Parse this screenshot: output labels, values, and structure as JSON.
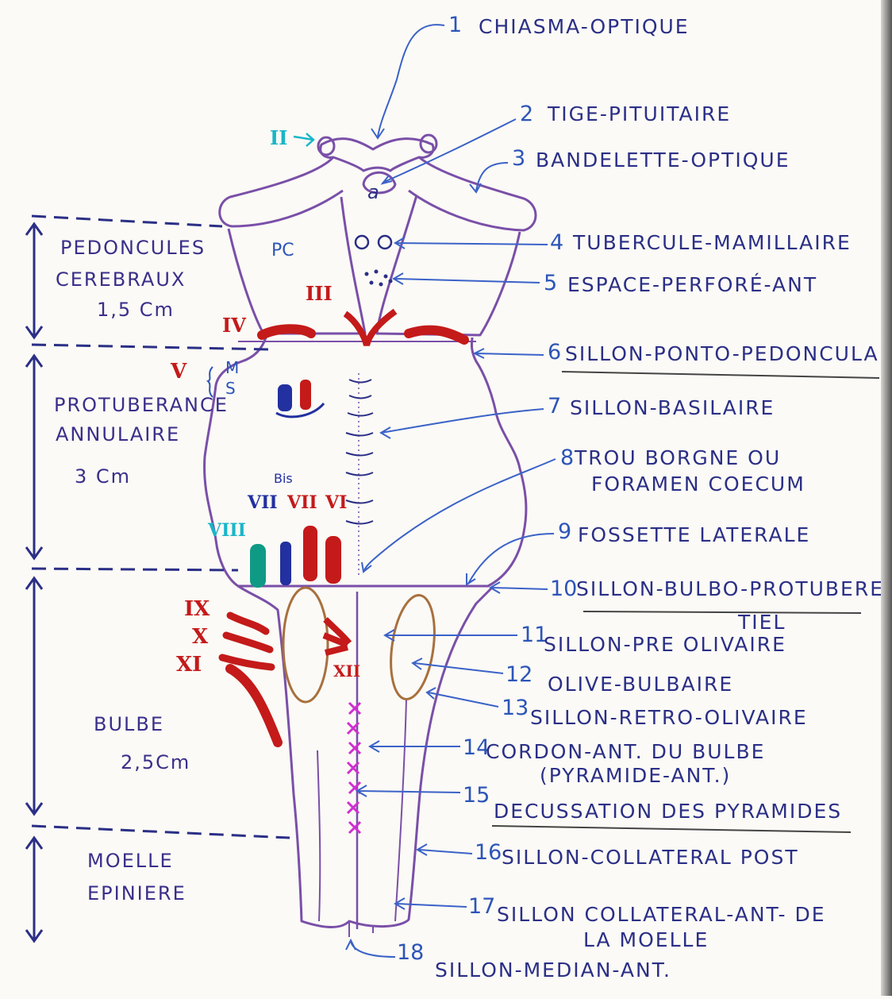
{
  "labels": [
    {
      "num": "1",
      "text": "CHIASMA-OPTIQUE"
    },
    {
      "num": "2",
      "text": "TIGE-PITUITAIRE"
    },
    {
      "num": "3",
      "text": "BANDELETTE-OPTIQUE"
    },
    {
      "num": "4",
      "text": "TUBERCULE-MAMILLAIRE"
    },
    {
      "num": "5",
      "text": "ESPACE-PERFORÉ-ANT"
    },
    {
      "num": "6",
      "text": "SILLON-PONTO-PEDONCULAIRE"
    },
    {
      "num": "7",
      "text": "SILLON-BASILAIRE"
    },
    {
      "num": "8",
      "text": "TROU BORGNE OU",
      "text2": "FORAMEN COECUM"
    },
    {
      "num": "9",
      "text": "FOSSETTE LATERALE"
    },
    {
      "num": "10",
      "text": "SILLON-BULBO-PROTUBEREN-",
      "text2": "TIEL"
    },
    {
      "num": "11",
      "text": "SILLON-PRE OLIVAIRE"
    },
    {
      "num": "12",
      "text": "OLIVE-BULBAIRE"
    },
    {
      "num": "13",
      "text": "SILLON-RETRO-OLIVAIRE"
    },
    {
      "num": "14",
      "text": "CORDON-ANT. DU BULBE",
      "text2": "(PYRAMIDE-ANT.)"
    },
    {
      "num": "15",
      "text": "DECUSSATION DES PYRAMIDES"
    },
    {
      "num": "16",
      "text": "SILLON-COLLATERAL POST"
    },
    {
      "num": "17",
      "text": "SILLON COLLATERAL-ANT- DE",
      "text2": "LA MOELLE"
    },
    {
      "num": "18",
      "text": "SILLON-MEDIAN-ANT."
    }
  ],
  "regions": [
    {
      "line1": "PEDONCULES",
      "line2": "CEREBRAUX",
      "line3": "1,5 Cm"
    },
    {
      "line1": "PROTUBERANCE",
      "line2": "ANNULAIRE",
      "line3": "3 Cm"
    },
    {
      "line1": "BULBE",
      "line2": "2,5Cm"
    },
    {
      "line1": "MOELLE",
      "line2": "EPINIERE"
    }
  ],
  "inner": {
    "pc": "PC",
    "mamillary_a": "a"
  },
  "nerves": {
    "II": "II",
    "III": "III",
    "IV": "IV",
    "V": "V",
    "M": "M",
    "S": "S",
    "VI": "VI",
    "VII": "VII",
    "VIIbis": "VII",
    "bis": "Bis",
    "VIII": "VIII",
    "IX": "IX",
    "X": "X",
    "XI": "XI",
    "XII": "XII"
  },
  "colors": {
    "ink": "#2b2f86",
    "outline": "#7a4fa8",
    "red": "#c41a1a",
    "cyan": "#19b5c8",
    "teal": "#0f9a86",
    "blue": "#2230a0",
    "magenta": "#cf2fd0",
    "olive": "#a8703e",
    "arrow": "#3b62c8"
  }
}
